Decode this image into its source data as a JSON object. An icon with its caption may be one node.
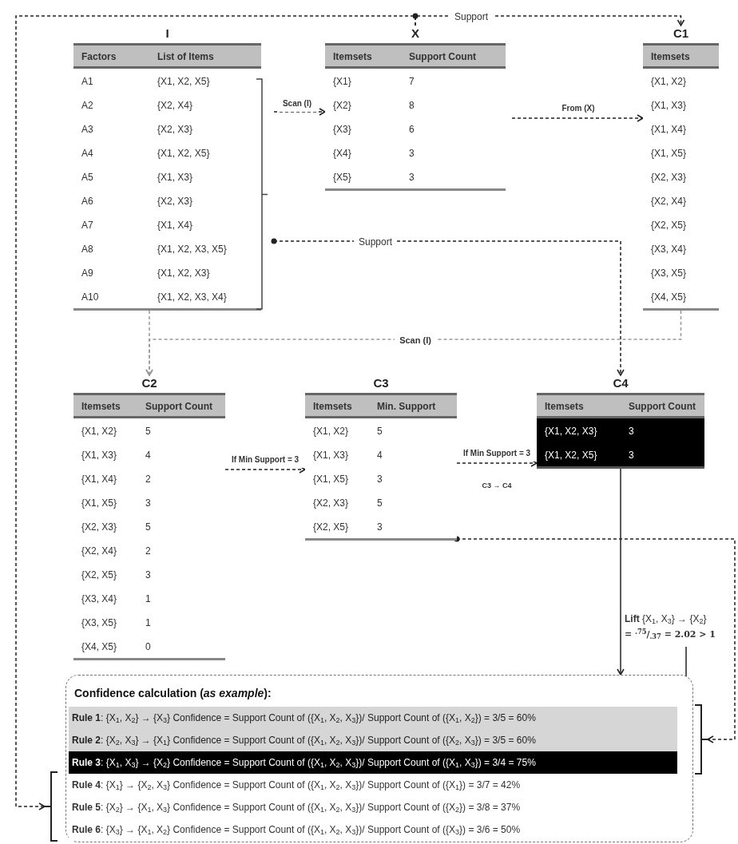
{
  "diagram": {
    "nodes": [
      {
        "text": [
          "I",
          "Factors",
          "List of Items",
          "A1",
          "{X1, X2, X5}",
          "A2",
          "{X2, X4}",
          "A3",
          "{X2, X3}",
          "A4",
          "{X1, X2, X5}",
          "A5",
          "{X1, X3}",
          "A6",
          "{X2, X3}",
          "A7",
          "{X1, X4}",
          "A8",
          "{X1, X2, X3, X5}",
          "A9",
          "{X1, X2, X3}",
          "A10",
          "{X1, X2, X3, X4}"
        ]
      },
      {
        "text": [
          "X",
          "Itemsets",
          "Support Count",
          "{X1}",
          "7",
          "{X2}",
          "8",
          "{X3}",
          "6",
          "{X4}",
          "3",
          "{X5}",
          "3"
        ]
      },
      {
        "text": [
          "C1",
          "Itemsets",
          "{X1, X2}",
          "{X1, X3}",
          "{X1, X4}",
          "{X1, X5}",
          "{X2, X3}",
          "{X2, X4}",
          "{X2, X5}",
          "{X3, X4}",
          "{X3, X5}",
          "{X4, X5}"
        ]
      },
      {
        "text": [
          "C2",
          "Itemsets",
          "Support Count",
          "{X1, X2}",
          "5",
          "{X1, X3}",
          "4",
          "{X1, X4}",
          "2",
          "{X1, X5}",
          "3",
          "{X2, X3}",
          "5",
          "{X2, X4}",
          "2",
          "{X2, X5}",
          "3",
          "{X3, X4}",
          "1",
          "{X3, X5}",
          "1",
          "{X4, X5}",
          "0"
        ]
      },
      {
        "text": [
          "C3",
          "Itemsets",
          "Min. Support",
          "{X1, X2}",
          "5",
          "{X1, X3}",
          "4",
          "{X1, X5}",
          "3",
          "{X2, X3}",
          "5",
          "{X2, X5}",
          "3"
        ]
      },
      {
        "text": [
          "C4",
          "Itemsets",
          "Support Count",
          "{X1, X2, X3}",
          "3",
          "{X1, X2, X5}",
          "3"
        ]
      },
      {
        "text": [
          "**Lift** {X$_{1}$, X$_{3}$} → {X$_{2}$}",
          "= $^{.75}$/$_{.37}$ = 2.02 > 1"
        ]
      },
      {
        "text": [
          "Confidence calculation (*as example*):"
        ]
      },
      {
        "text": [
          "**Rule 1**: {X$_{1}$, X$_{2}$} → {X$_{3}$} Confidence = Support Count of ({X$_{1}$, X$_{2}$, X$_{3}$})/ Support Count of ({X$_{1}$, X$_{2}$}) = 3/5 = 60%"
        ],
        "in": 7
      },
      {
        "text": [
          "**Rule 2**: {X$_{2}$, X$_{3}$} → {X$_{1}$} Confidence = Support Count of ({X$_{1}$, X$_{2}$, X$_{3}$})/ Support Count of ({X$_{2}$, X$_{3}$}) = 3/5 = 60%"
        ],
        "in": 7
      },
      {
        "text": [
          "**Rule 3**: {X$_{1}$, X$_{3}$} → {X$_{2}$} Confidence = Support Count of ({X$_{1}$, X$_{2}$, X$_{3}$})/ Support Count of ({X$_{1}$, X$_{3}$}) = 3/4 = 75%"
        ],
        "in": 7
      },
      {
        "text": [
          "**Rule 4**: {X$_{1}$} → {X$_{2}$, X$_{3}$} Confidence = Support Count of ({X$_{1}$, X$_{2}$, X$_{3}$})/ Support Count of ({X$_{1}$}) = 3/7 = 42%"
        ],
        "in": 7
      },
      {
        "text": [
          "**Rule 5**: {X$_{2}$} → {X$_{1}$, X$_{3}$} Confidence = Support Count of ({X$_{1}$, X$_{2}$, X$_{3}$})/ Support Count of ({X$_{2}$}) = 3/8 = 37%"
        ],
        "in": 7
      },
      {
        "text": [
          "**Rule 6**: {X$_{3}$} → {X$_{1}$, X$_{2}$} Confidence = Support Count of ({X$_{1}$, X$_{2}$, X$_{3}$})/ Support Count of ({X$_{3}$}) = 3/6 = 50%"
        ],
        "in": 7
      },
      {
        "text": [],
        "shape": "bracket"
      },
      {
        "text": [],
        "shape": "bracket"
      }
    ],
    "edges": [
      {
        "from": 1,
        "to": 2,
        "label": "Support",
        "arrow": "to",
        "style": "dashed"
      },
      {
        "from": 1,
        "to": 15,
        "arrow": "to",
        "style": "dashed"
      },
      {
        "from": 0,
        "to": 1,
        "label": "Scan (I)",
        "arrow": "to",
        "style": "dashed"
      },
      {
        "from": 1,
        "to": 2,
        "label": "From (X)",
        "arrow": "to",
        "style": "dashed"
      },
      {
        "from": 0,
        "to": 5,
        "label": "Support",
        "arrow": "to",
        "style": "dashed"
      },
      {
        "from": 2,
        "to": 3,
        "label": "Scan (I)",
        "arrow": "to",
        "style": "dashed",
        "color": "#999999"
      },
      {
        "from": 0,
        "to": 3,
        "arrow": "to",
        "style": "dashed",
        "color": "#999999"
      },
      {
        "from": 3,
        "to": 4,
        "label": "If Min Support = 3",
        "arrow": "to",
        "style": "dashed"
      },
      {
        "from": 4,
        "to": 5,
        "label": "If Min Support = 3",
        "arrow": "to",
        "style": "dashed"
      },
      {
        "from": 5,
        "to": 7,
        "arrow": "to"
      },
      {
        "from": 4,
        "to": 14,
        "arrow": "to",
        "style": "dashed"
      },
      {
        "from": 6,
        "to": 10,
        "arrow": "to"
      }
    ],
    "labels": [
      "C3 → C4"
    ]
  }
}
